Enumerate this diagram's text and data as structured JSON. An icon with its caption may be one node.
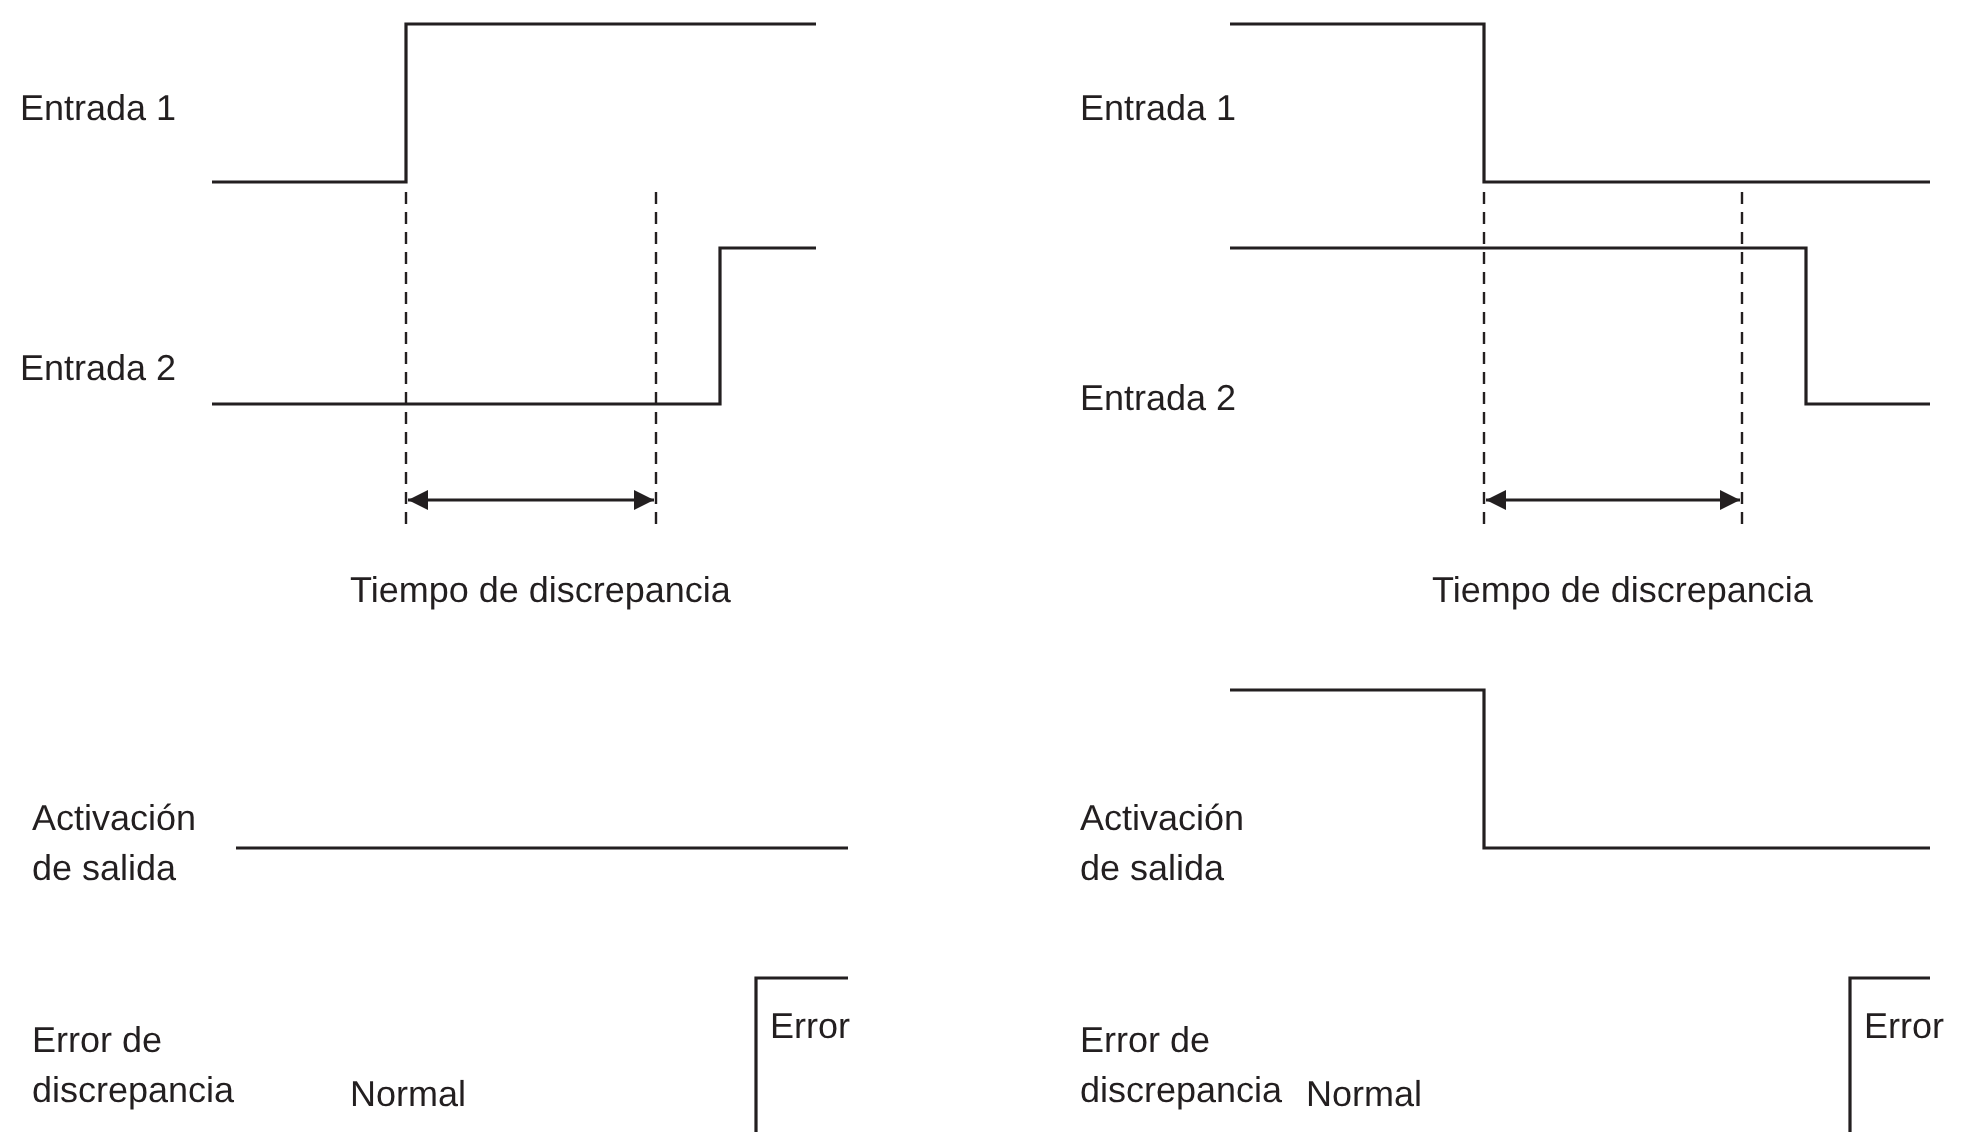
{
  "diagram": {
    "labels": [
      "Entrada 1",
      "Entrada 2",
      "Tiempo de discrepancia",
      "Activación de salida",
      "Error de discrepancia",
      "Normal",
      "Error",
      "Entrada 1",
      "Entrada 2",
      "Tiempo de discrepancia",
      "Activación de salida",
      "Error de discrepancia",
      "Normal",
      "Error"
    ]
  }
}
